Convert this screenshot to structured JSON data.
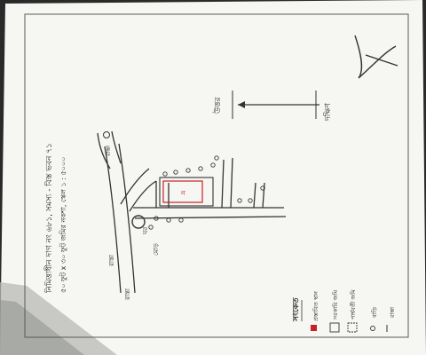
{
  "document": {
    "title_line_1": "নিমিত্তাধীন দাগ নং ৬৮১, সমস্য - বিস্ত ভবন ৭১",
    "title_line_2": "৫০ ফুট x ৩০ ফুট জমির নকশা, স্কেল ১ : ৫০০০",
    "signature": "initialed mark",
    "building_marker": "ঘর",
    "road_label_left": "রাস্তা",
    "road_label_bottom": "রাস্তা",
    "junction_label": "মোড়",
    "road_label_right": "রাস্তা"
  },
  "north_arrow": {
    "label_north": "উত্তর",
    "label_south": "দক্ষিণ"
  },
  "legend": {
    "heading": "সংকেত",
    "items": [
      {
        "symbol": "red-square",
        "text": "প্রস্তাবিত স্থান"
      },
      {
        "symbol": "boxed",
        "text": "সরকারি জমি"
      },
      {
        "symbol": "boxed-dotted",
        "text": "পার্শ্ববর্তী জমি"
      },
      {
        "symbol": "dot",
        "text": "বাড়ি"
      },
      {
        "symbol": "dash",
        "text": "রাস্তা"
      }
    ]
  },
  "colors": {
    "paper": "#f6f7f2",
    "ink": "#2c2c2c",
    "red_ink": "#c8202a",
    "background": "#2a2a2a"
  }
}
